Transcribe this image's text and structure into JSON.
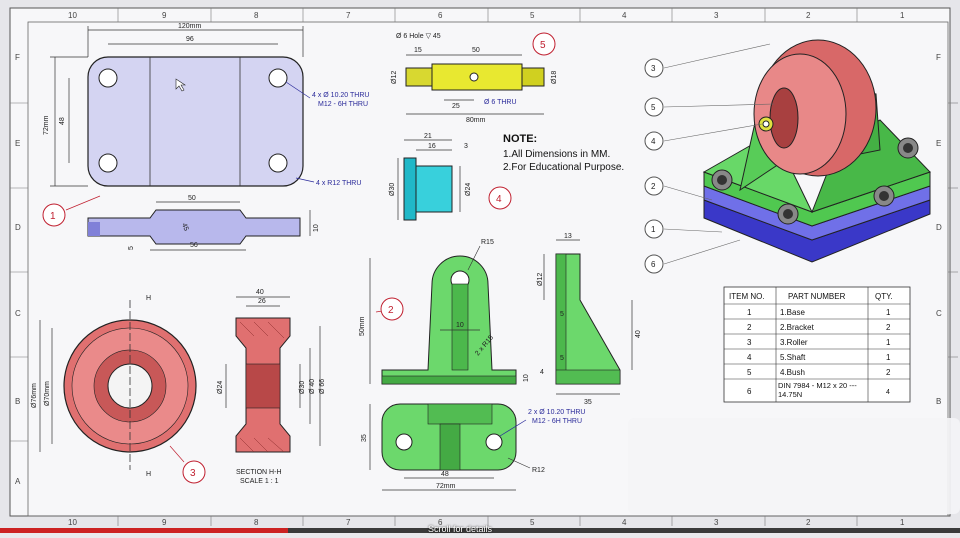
{
  "zones": {
    "top": [
      "10",
      "9",
      "8",
      "7",
      "6",
      "5",
      "4",
      "3",
      "2",
      "1"
    ],
    "bottom": [
      "10",
      "9",
      "8",
      "7",
      "6",
      "5",
      "4",
      "3",
      "2",
      "1"
    ],
    "left": [
      "F",
      "E",
      "D",
      "C",
      "B",
      "A"
    ],
    "right": [
      "F",
      "E",
      "D",
      "C",
      "B"
    ]
  },
  "base_view": {
    "dims": {
      "overall_w": "120mm",
      "inner_w": "96",
      "overall_h": "72mm",
      "inner_h": "48"
    },
    "callout_holes": "4 x Ø 10.20 THRU",
    "callout_thread": "M12 - 6H THRU",
    "callout_radius": "4 x R12 THRU",
    "balloon": "1",
    "side_dims": {
      "top": "50",
      "bottom": "56",
      "angle": "45",
      "thk": "10",
      "small": "5"
    }
  },
  "shaft_view": {
    "dims": {
      "hole": "Ø 6 Hole ▽ 45",
      "a": "15",
      "b": "50",
      "dia_left": "Ø12",
      "dia_right": "Ø18",
      "mid": "25",
      "hole_thru": "Ø 6 THRU",
      "len": "80mm"
    },
    "balloon": "5"
  },
  "bush_view": {
    "dims": {
      "w1": "21",
      "w2": "16",
      "w3": "3",
      "d1": "Ø30",
      "d2": "Ø24"
    },
    "balloon": "4"
  },
  "note": {
    "title": "NOTE:",
    "line1": "1.All Dimensions in MM.",
    "line2": "2.For Educational Purpose."
  },
  "iso_balloons": [
    "3",
    "5",
    "4",
    "2",
    "1",
    "6"
  ],
  "roller_view": {
    "dims": {
      "d76": "Ø76mm",
      "d70": "Ø70mm",
      "w40": "40",
      "w26": "26",
      "d24": "Ø24",
      "d30": "Ø30",
      "d40": "Ø 40",
      "d66": "Ø 66"
    },
    "section_mark": "H",
    "section_label": "SECTION H-H",
    "section_scale": "SCALE 1 : 1",
    "balloon": "3"
  },
  "bracket_view": {
    "dims": {
      "r15": "R15",
      "h50": "50mm",
      "w10": "10",
      "r15b": "2 x R15",
      "d12": "Ø12",
      "t13": "13",
      "h40": "40",
      "s5a": "5",
      "s5b": "5",
      "s4": "4",
      "s10": "10",
      "w35": "35",
      "v35": "35",
      "w48": "48",
      "w72": "72mm",
      "r12": "R12"
    },
    "callout_holes": "2 x Ø 10.20 THRU",
    "callout_thread": "M12 - 6H THRU",
    "balloon": "2"
  },
  "bom": {
    "headers": [
      "ITEM NO.",
      "PART NUMBER",
      "QTY."
    ],
    "rows": [
      {
        "item": "1",
        "part": "1.Base",
        "qty": "1"
      },
      {
        "item": "2",
        "part": "2.Bracket",
        "qty": "2"
      },
      {
        "item": "3",
        "part": "3.Roller",
        "qty": "1"
      },
      {
        "item": "4",
        "part": "5.Shaft",
        "qty": "1"
      },
      {
        "item": "5",
        "part": "4.Bush",
        "qty": "2"
      },
      {
        "item": "6",
        "part": "DIN 7984 - M12 x 20 --- 14.75N",
        "qty": "4"
      }
    ]
  },
  "overlay_text": "Scroll for details"
}
